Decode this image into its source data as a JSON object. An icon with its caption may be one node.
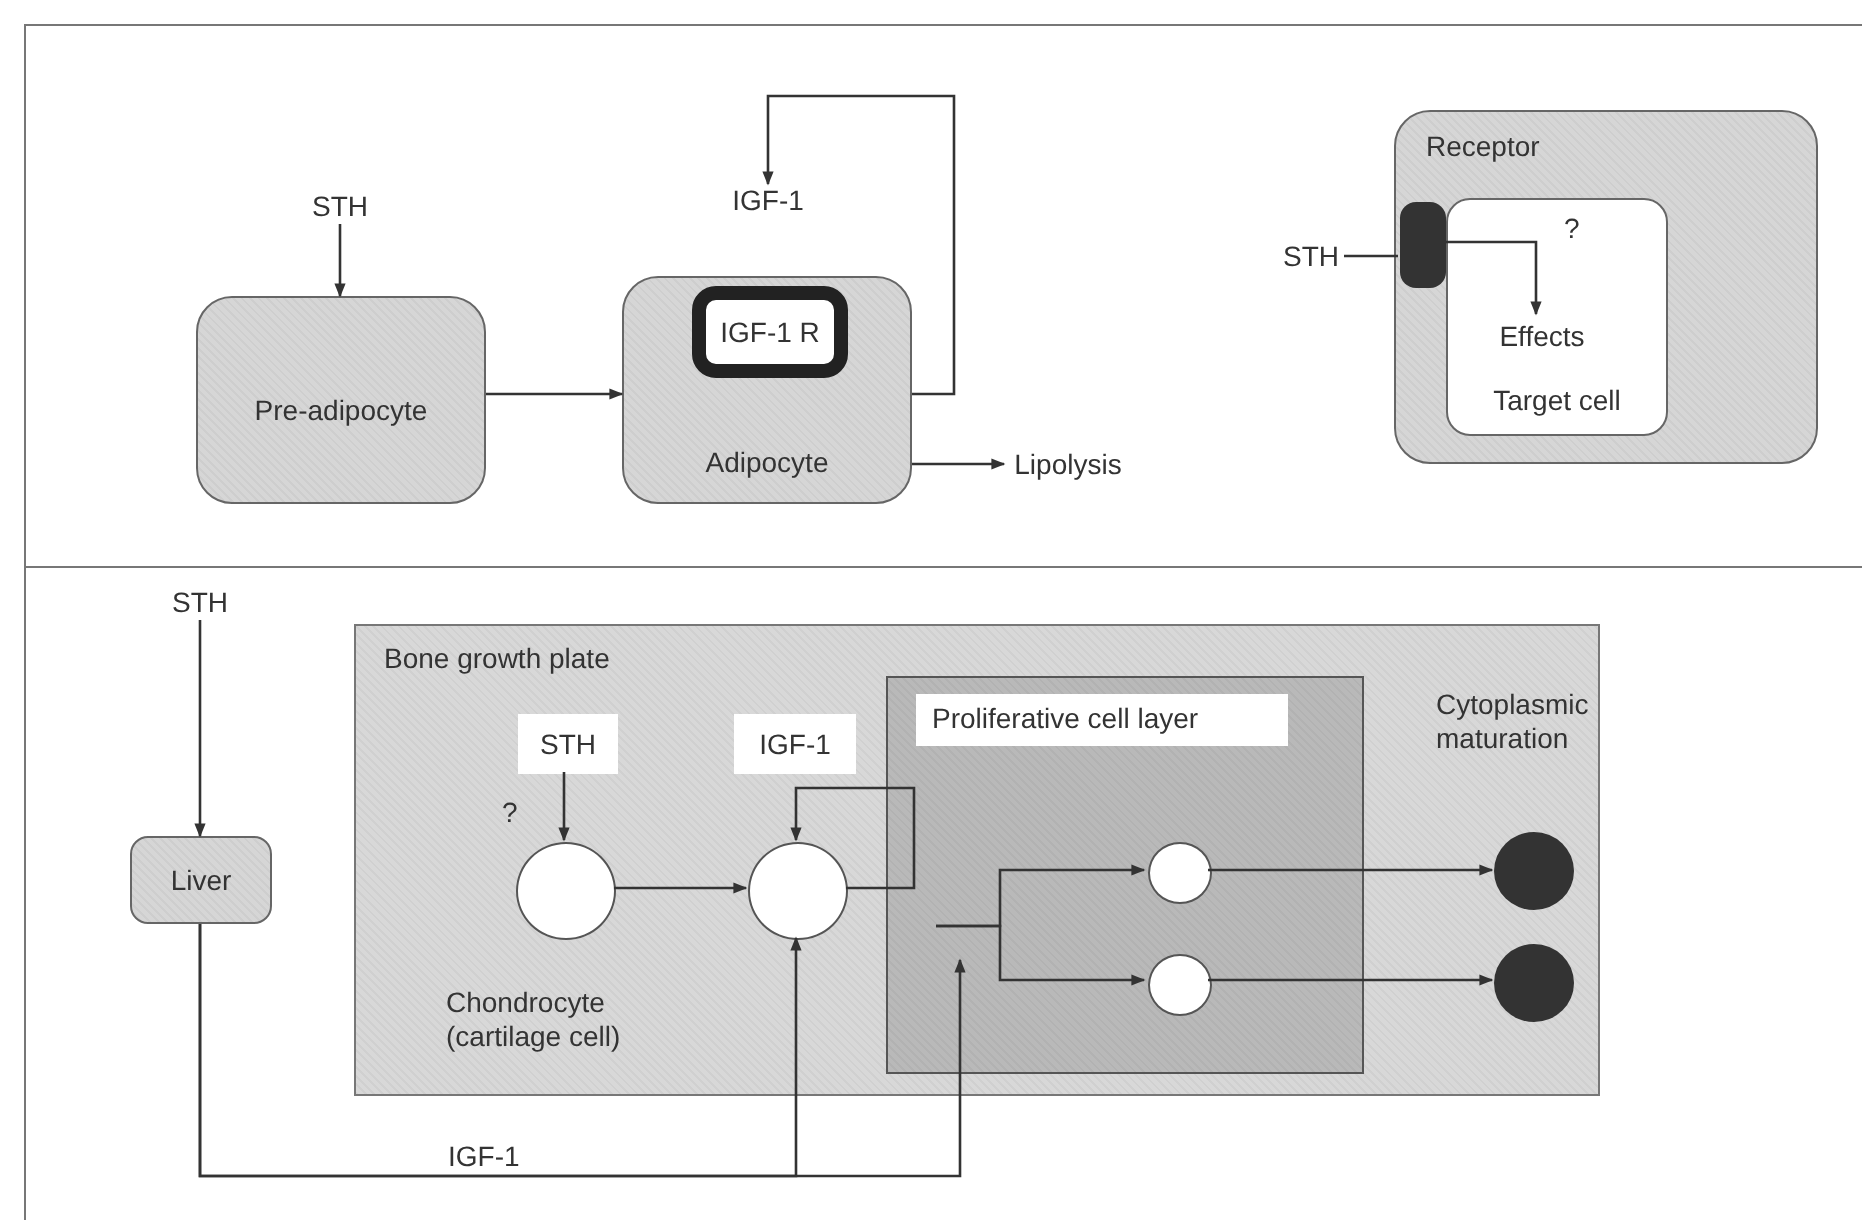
{
  "diagram": {
    "nodes": [
      {
        "text": [
          "STH"
        ]
      },
      {
        "text": [
          "Pre-adipocyte"
        ]
      },
      {
        "text": [
          "Adipocyte"
        ]
      },
      {
        "text": [
          "IGF-1 R"
        ],
        "in": 2
      },
      {
        "text": [
          "IGF-1"
        ]
      },
      {
        "text": [
          "Lipolysis"
        ]
      },
      {
        "text": [
          "Receptor"
        ]
      },
      {
        "text": [
          "Target cell"
        ],
        "in": 6
      },
      {
        "text": [
          "Effects"
        ],
        "in": 7
      },
      {
        "text": [],
        "shape": "box",
        "in": 6
      },
      {
        "text": [
          "STH"
        ]
      },
      {
        "text": [
          "STH"
        ]
      },
      {
        "text": [
          "Liver"
        ]
      },
      {
        "text": [
          "Bone growth plate"
        ]
      },
      {
        "text": [
          "STH"
        ],
        "in": 13
      },
      {
        "text": [
          "IGF-1"
        ],
        "in": 13
      },
      {
        "text": [],
        "shape": "circle",
        "in": 13,
        "beside": [
          "Chondrocyte (cartilage cell)"
        ]
      },
      {
        "text": [],
        "shape": "circle",
        "in": 13
      },
      {
        "text": [
          "Proliferative cell layer"
        ],
        "in": 13
      },
      {
        "text": [],
        "shape": "circle",
        "in": 18
      },
      {
        "text": [],
        "shape": "circle",
        "in": 18
      },
      {
        "text": [],
        "shape": "circle",
        "in": 13
      },
      {
        "text": [],
        "shape": "circle",
        "in": 13
      }
    ],
    "edges": [
      {
        "from": 0,
        "to": 1,
        "arrow": "to"
      },
      {
        "from": 1,
        "to": 2,
        "arrow": "to"
      },
      {
        "from": 2,
        "to": 4,
        "arrow": "to"
      },
      {
        "from": 2,
        "to": 5,
        "arrow": "to"
      },
      {
        "from": 10,
        "to": 9,
        "arrow": "none"
      },
      {
        "from": 9,
        "to": 8,
        "arrow": "to"
      },
      {
        "from": 11,
        "to": 12,
        "arrow": "to"
      },
      {
        "from": 14,
        "to": 16,
        "arrow": "to"
      },
      {
        "from": 16,
        "to": 17,
        "arrow": "to"
      },
      {
        "from": 17,
        "to": 17,
        "arrow": "to"
      },
      {
        "from": 12,
        "to": 17,
        "arrow": "to",
        "label": "IGF-1"
      },
      {
        "from": 12,
        "to": 18,
        "arrow": "to"
      },
      {
        "from": null,
        "to": 19,
        "arrow": "to"
      },
      {
        "from": null,
        "to": 20,
        "arrow": "to"
      },
      {
        "from": 19,
        "to": 21,
        "arrow": "to"
      },
      {
        "from": 20,
        "to": 22,
        "arrow": "to"
      }
    ],
    "labels": [
      "?",
      "?",
      "Cytoplasmic maturation"
    ]
  }
}
